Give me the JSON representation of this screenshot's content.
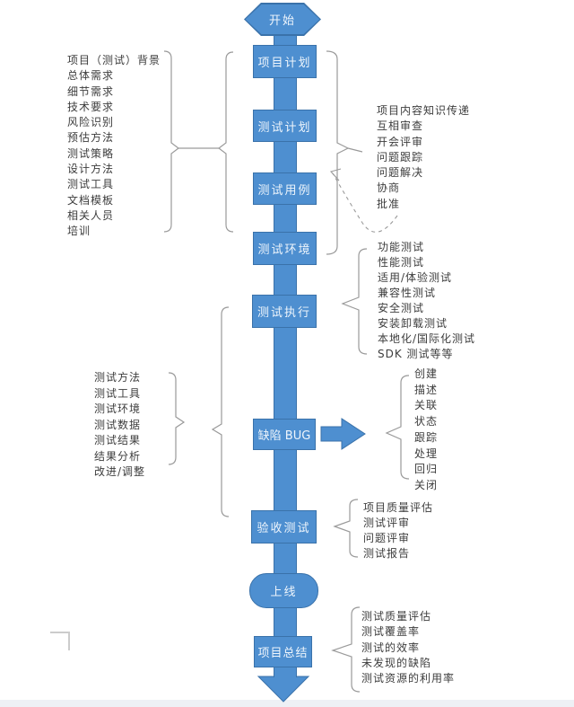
{
  "colors": {
    "canvas-bg": "#ffffff",
    "node-fill": "#4e8fd0",
    "node-border": "#3a72aa",
    "node-text": "#eef5fc",
    "list-text": "#3d3d3d",
    "bracket": "#9a9a9a"
  },
  "flow": {
    "nodes": [
      {
        "id": "start",
        "label": "开始",
        "shape": "hexagon"
      },
      {
        "id": "project-plan",
        "label": "项目计划",
        "shape": "box"
      },
      {
        "id": "test-plan",
        "label": "测试计划",
        "shape": "box"
      },
      {
        "id": "test-case",
        "label": "测试用例",
        "shape": "box"
      },
      {
        "id": "test-environment",
        "label": "测试环境",
        "shape": "box"
      },
      {
        "id": "test-execution",
        "label": "测试执行",
        "shape": "box"
      },
      {
        "id": "defect-bug",
        "label": "缺陷 BUG",
        "shape": "box"
      },
      {
        "id": "acceptance-test",
        "label": "验收测试",
        "shape": "box"
      },
      {
        "id": "go-live",
        "label": "上线",
        "shape": "stadium"
      },
      {
        "id": "project-summary",
        "label": "项目总结",
        "shape": "box"
      }
    ]
  },
  "annotations": {
    "plan_inputs": {
      "items": [
        "项目（测试）背景",
        "总体需求",
        "细节需求",
        "技术要求",
        "风险识别",
        "预估方法",
        "测试策略",
        "设计方法",
        "测试工具",
        "文档模板",
        "相关人员",
        "培训"
      ]
    },
    "review_activities": {
      "items": [
        "项目内容知识传递",
        "互相审查",
        "开会评审",
        "问题跟踪",
        "问题解决",
        "协商",
        "批准"
      ]
    },
    "test_types": {
      "items": [
        "功能测试",
        "性能测试",
        "适用/体验测试",
        "兼容性测试",
        "安全测试",
        "安装卸载测试",
        "本地化/国际化测试",
        "SDK 测试等等"
      ]
    },
    "execution_aspects": {
      "items": [
        "测试方法",
        "测试工具",
        "测试环境",
        "测试数据",
        "测试结果",
        "结果分析",
        "改进/调整"
      ]
    },
    "bug_lifecycle": {
      "items": [
        "创建",
        "描述",
        "关联",
        "状态",
        "跟踪",
        "处理",
        "回归",
        "关闭"
      ]
    },
    "acceptance_outputs": {
      "items": [
        "项目质量评估",
        "测试评审",
        "问题评审",
        "测试报告"
      ]
    },
    "summary_metrics": {
      "items": [
        "测试质量评估",
        "测试覆盖率",
        "测试的效率",
        "未发现的缺陷",
        "测试资源的利用率"
      ]
    }
  }
}
